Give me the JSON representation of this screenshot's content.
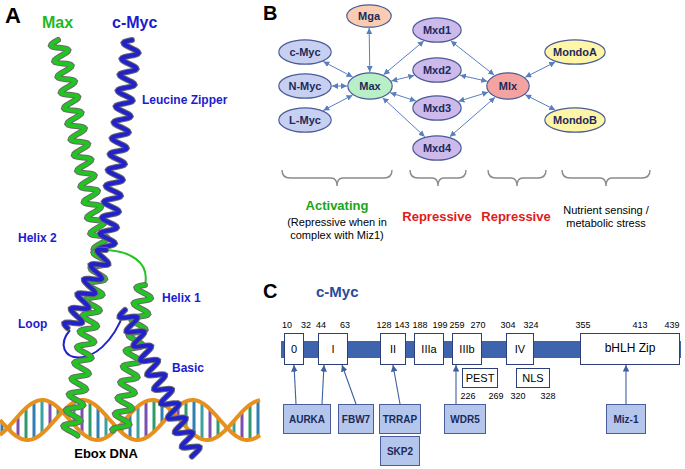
{
  "diagram": {
    "nodes": [
      {
        "text": [
          "Mga"
        ]
      },
      {
        "text": [
          "c-Myc"
        ]
      },
      {
        "text": [
          "N-Myc"
        ]
      },
      {
        "text": [
          "L-Myc"
        ]
      },
      {
        "text": [
          "Max"
        ]
      },
      {
        "text": [
          "Mxd1"
        ]
      },
      {
        "text": [
          "Mxd2"
        ]
      },
      {
        "text": [
          "Mxd3"
        ]
      },
      {
        "text": [
          "Mxd4"
        ]
      },
      {
        "text": [
          "Mlx"
        ]
      },
      {
        "text": [
          "MondoA"
        ]
      },
      {
        "text": [
          "MondoB"
        ]
      },
      {
        "text": [
          "0"
        ]
      },
      {
        "text": [
          "I"
        ]
      },
      {
        "text": [
          "II"
        ]
      },
      {
        "text": [
          "IIIa"
        ]
      },
      {
        "text": [
          "IIIb"
        ]
      },
      {
        "text": [
          "IV"
        ]
      },
      {
        "text": [
          "bHLH Zip"
        ]
      },
      {
        "text": [
          "PEST"
        ]
      },
      {
        "text": [
          "NLS"
        ]
      },
      {
        "text": [
          "AURKA"
        ]
      },
      {
        "text": [
          "FBW7"
        ]
      },
      {
        "text": [
          "TRRAP"
        ]
      },
      {
        "text": [
          "SKP2"
        ]
      },
      {
        "text": [
          "WDR5"
        ]
      },
      {
        "text": [
          "Miz-1"
        ]
      }
    ],
    "edges": [
      {
        "from": 1,
        "to": 4,
        "arrow": "both"
      },
      {
        "from": 2,
        "to": 4,
        "arrow": "both"
      },
      {
        "from": 3,
        "to": 4,
        "arrow": "both"
      },
      {
        "from": 0,
        "to": 4,
        "arrow": "both"
      },
      {
        "from": 4,
        "to": 5,
        "arrow": "both"
      },
      {
        "from": 4,
        "to": 6,
        "arrow": "both"
      },
      {
        "from": 4,
        "to": 7,
        "arrow": "both"
      },
      {
        "from": 4,
        "to": 8,
        "arrow": "both"
      },
      {
        "from": 5,
        "to": 9,
        "arrow": "both"
      },
      {
        "from": 6,
        "to": 9,
        "arrow": "both"
      },
      {
        "from": 7,
        "to": 9,
        "arrow": "both"
      },
      {
        "from": 8,
        "to": 9,
        "arrow": "both"
      },
      {
        "from": 9,
        "to": 10,
        "arrow": "both"
      },
      {
        "from": 9,
        "to": 11,
        "arrow": "both"
      },
      {
        "from": 21,
        "to": 12,
        "arrow": "to"
      },
      {
        "from": 21,
        "to": 13,
        "arrow": "to"
      },
      {
        "from": 22,
        "to": 13,
        "arrow": "to"
      },
      {
        "from": 23,
        "to": 14,
        "arrow": "to"
      },
      {
        "from": 25,
        "to": 16,
        "arrow": "to"
      },
      {
        "from": 26,
        "to": 18,
        "arrow": "to"
      }
    ],
    "labels": [
      "A",
      "Max",
      "c-Myc",
      "Leucine Zipper",
      "Helix 2",
      "Loop",
      "Helix 1",
      "Basic",
      "Ebox DNA",
      "B",
      "Activating",
      "(Repressive when in complex with Miz1)",
      "Repressive",
      "Repressive",
      "Nutrient sensing / metabolic stress",
      "C",
      "c-Myc",
      "10",
      "32",
      "44",
      "63",
      "128",
      "143",
      "188",
      "199",
      "259",
      "270",
      "304",
      "324",
      "355",
      "413",
      "439",
      "226",
      "269",
      "320",
      "328"
    ]
  }
}
